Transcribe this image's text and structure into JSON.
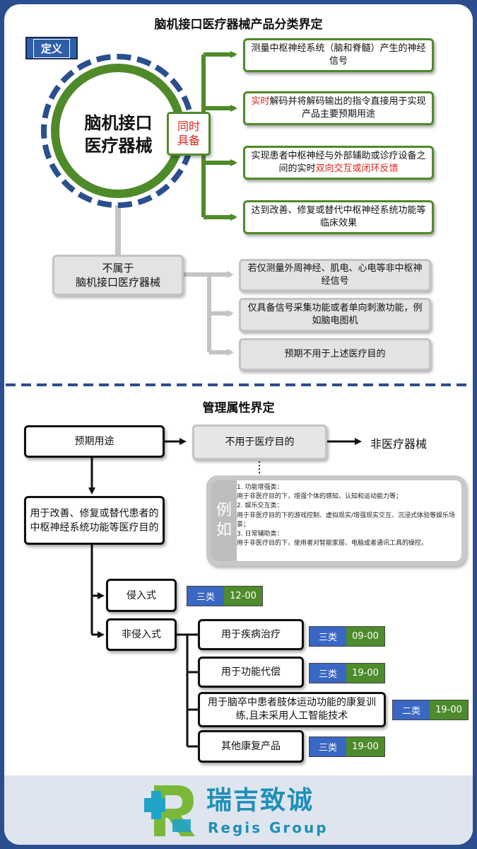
{
  "section1": {
    "title": "脑机接口医疗器械产品分类界定",
    "definition_tag": "定义",
    "center": {
      "line1": "脑机接口",
      "line2": "医疗器械"
    },
    "conjunction": {
      "line1": "同时",
      "line2": "具备"
    },
    "criteria": [
      {
        "text": "测量中枢神经系统（脑和脊髓）产生的神经信号"
      },
      {
        "highlight": "实时",
        "text": "解码并将解码输出的指令直接用于实现产品主要预期用途"
      },
      {
        "text": "实现患者中枢神经与外部辅助或诊疗设备之间的实时",
        "highlight": "双向交互或闭环反馈"
      },
      {
        "text": "达到改善、修复或替代中枢神经系统功能等临床效果"
      }
    ],
    "exclusion": {
      "line1": "不属于",
      "line2": "脑机接口医疗器械"
    },
    "exclusion_items": [
      "若仅测量外周神经、肌电、心电等非中枢神经信号",
      "仅具备信号采集功能或者单向刺激功能，例如脑电图机",
      "预期不用于上述医疗目的"
    ]
  },
  "section2": {
    "title": "管理属性界定",
    "intended_use": "预期用途",
    "non_medical": "不用于医疗目的",
    "non_device": "非医疗器械",
    "example_label": {
      "char1": "例",
      "char2": "如"
    },
    "examples": [
      {
        "heading": "1. 功能增强类：",
        "text": "用于非医疗目的下，增强个体的感知、认知和运动能力等；"
      },
      {
        "heading": "2. 娱乐交互类：",
        "text": "用于非医疗目的下的游戏控制、虚拟现实/增强现实交互、沉浸式体验等娱乐场景；"
      },
      {
        "heading": "3. 日常辅助类：",
        "text": "用于非医疗目的下，使用者对智能家居、电脑或者通讯工具的操控。"
      }
    ],
    "medical_purpose": "用于改善、修复或替代患者的中枢神经系统功能等医疗目的",
    "invasive": {
      "label": "侵入式",
      "class": "三类",
      "code": "12-00"
    },
    "noninvasive": "非侵入式",
    "noninvasive_items": [
      {
        "label": "用于疾病治疗",
        "class": "三类",
        "code": "09-00"
      },
      {
        "label": "用于功能代偿",
        "class": "三类",
        "code": "19-00"
      },
      {
        "label": "用于脑卒中患者肢体运动功能的康复训练,且未采用人工智能技术",
        "class": "二类",
        "code": "19-00"
      },
      {
        "label": "其他康复产品",
        "class": "三类",
        "code": "19-00"
      }
    ]
  },
  "footer": {
    "brand_cn": "瑞吉致诚",
    "brand_en": "Regis Group"
  },
  "colors": {
    "green": "#4f8a2a",
    "blue": "#3a66c4",
    "navy": "#2b4f8e",
    "red": "#e0231a",
    "gray": "#c4c4c4"
  }
}
